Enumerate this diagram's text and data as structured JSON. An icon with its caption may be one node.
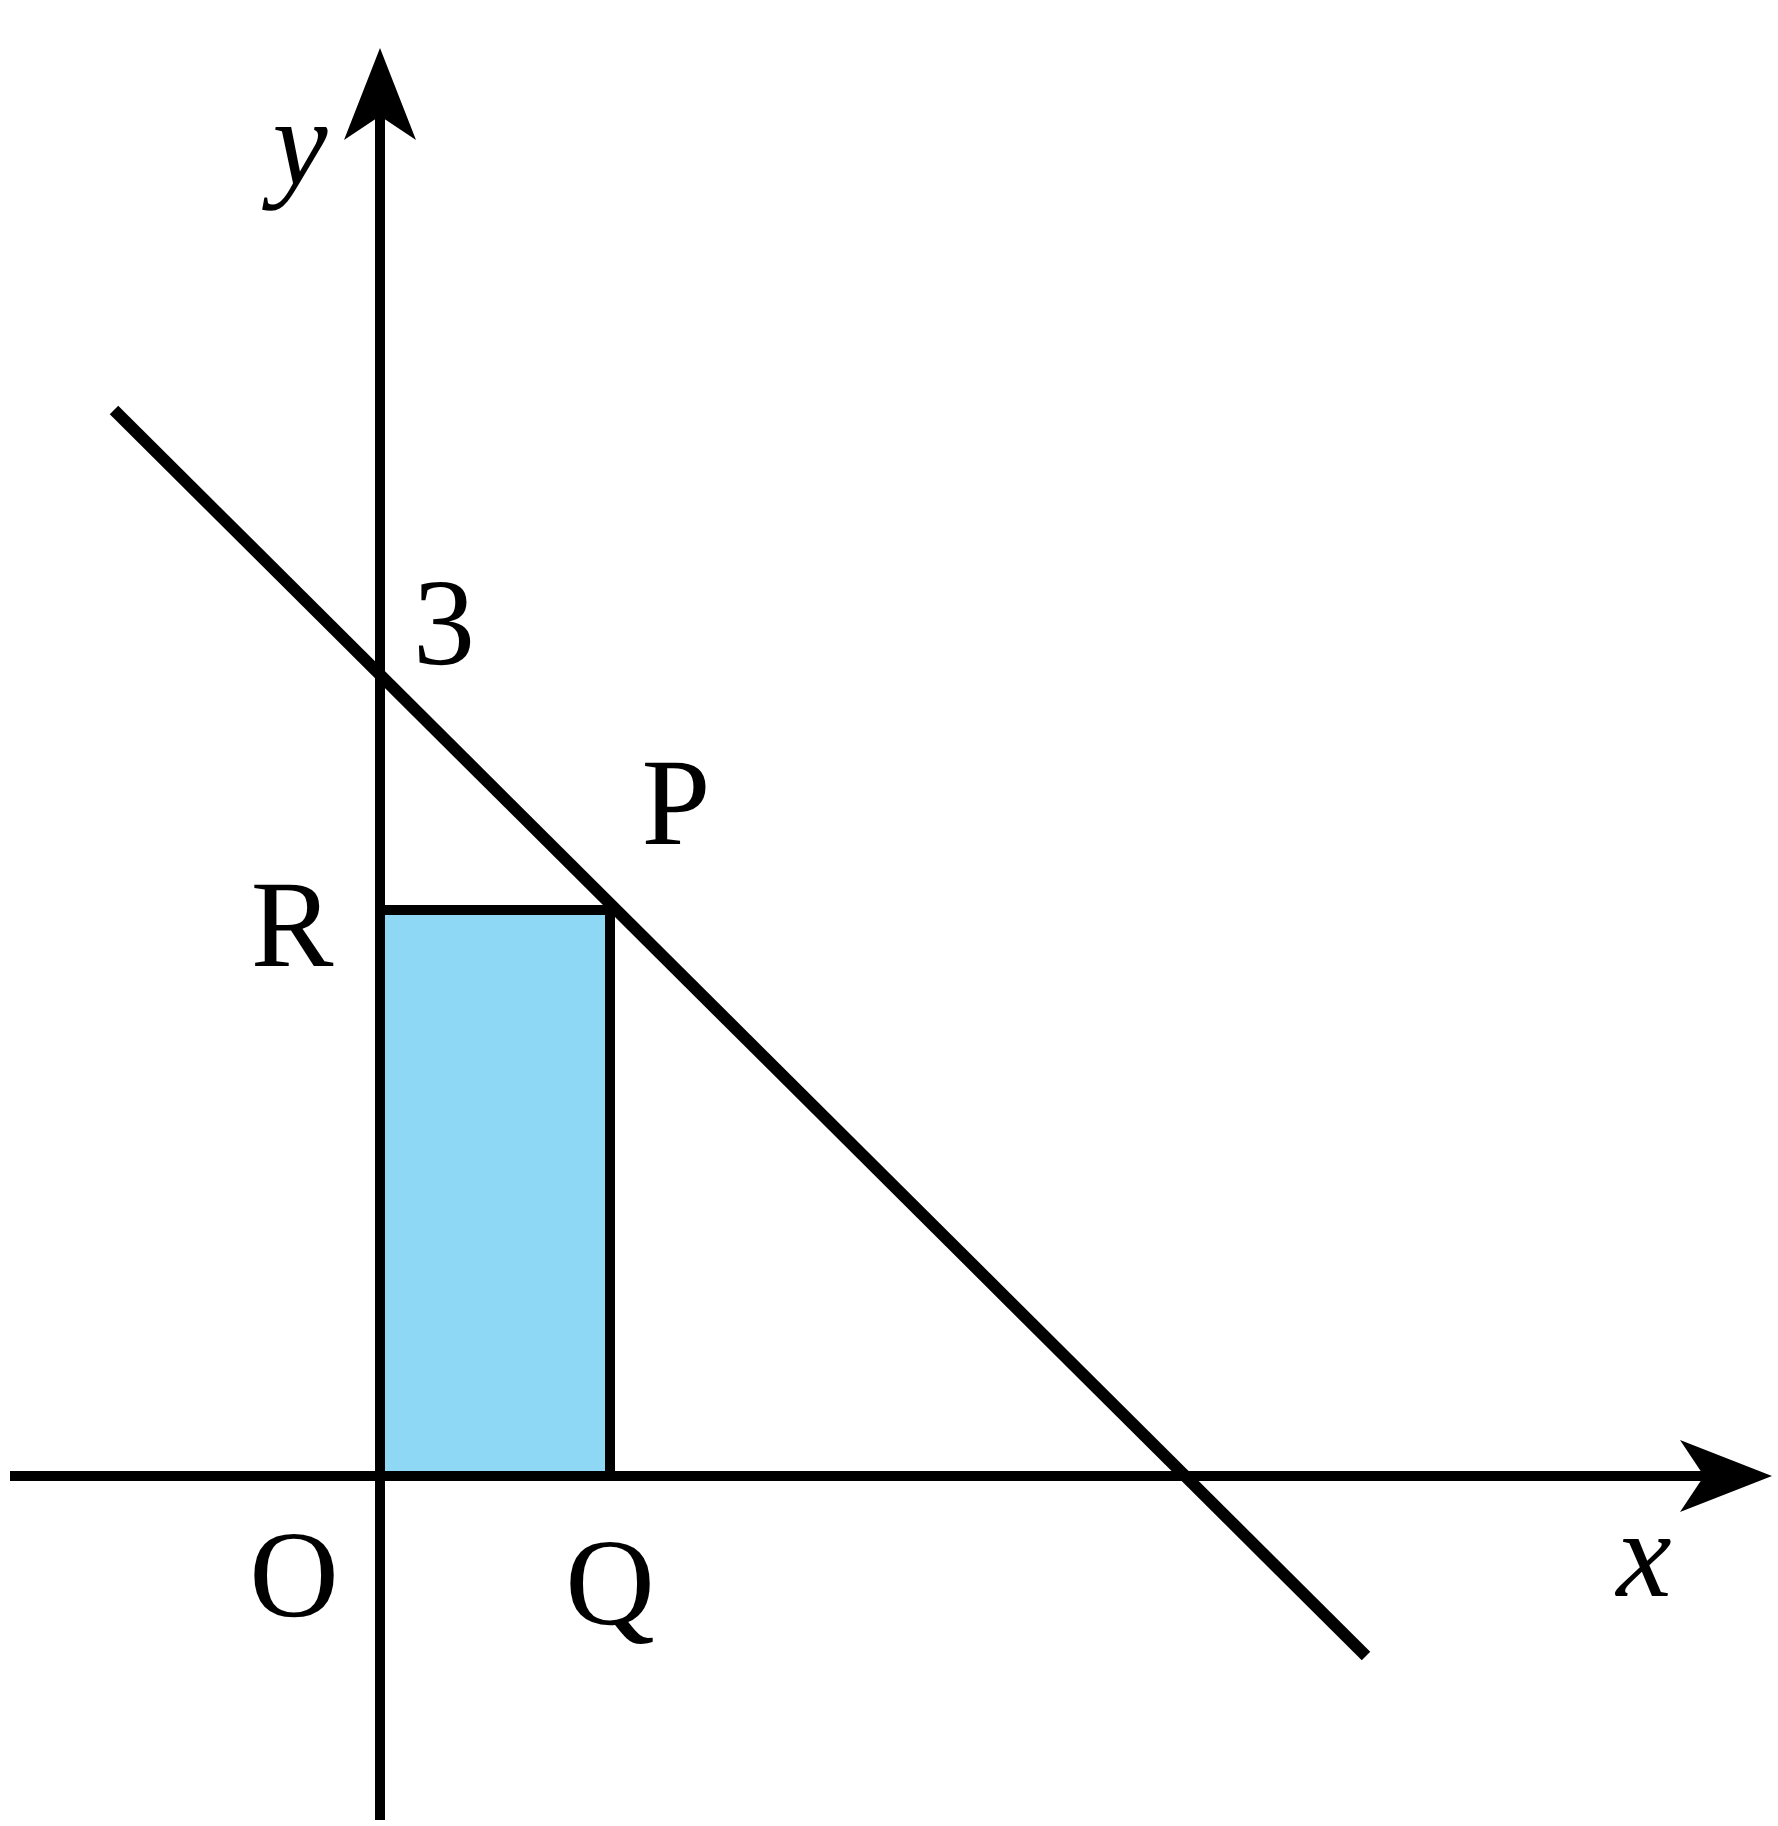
{
  "diagram": {
    "nodes": [
      {
        "text": [],
        "shape": "box"
      }
    ],
    "labels": [
      "y",
      "3",
      "P",
      "R",
      "O",
      "Q",
      "x"
    ]
  }
}
